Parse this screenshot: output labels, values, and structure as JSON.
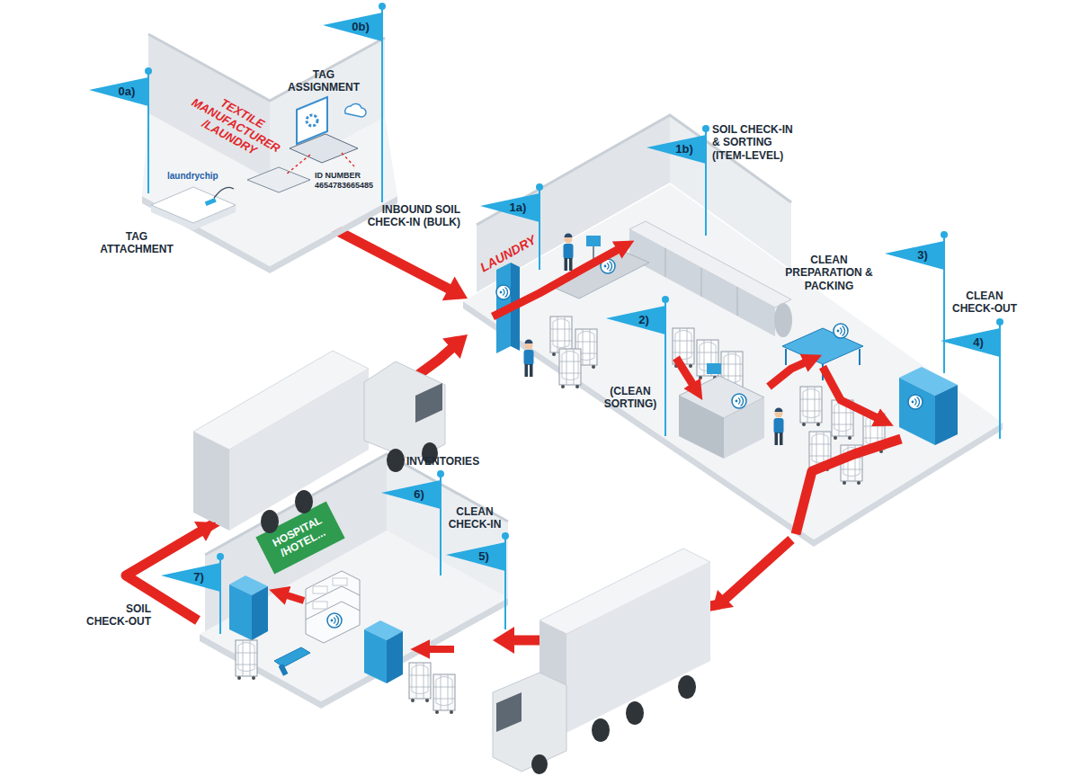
{
  "diagram": {
    "nodes": [
      {
        "text": [
          "TEXTILE MANUFACTURER /LAUNDRY"
        ]
      },
      {
        "text": [
          "LAUNDRY"
        ]
      },
      {
        "text": [
          "HOSPITAL /HOTEL..."
        ]
      }
    ],
    "edges": [
      {
        "from": 0,
        "to": 1,
        "arrow": "to"
      },
      {
        "from": 1,
        "to": 2,
        "arrow": "to"
      },
      {
        "from": 2,
        "to": 1,
        "arrow": "to"
      }
    ],
    "labels": [
      "0a)",
      "TAG ATTACHMENT",
      "0b)",
      "TAG ASSIGNMENT",
      "laundrychip",
      "ID NUMBER 4654783665485",
      "INBOUND SOIL CHECK-IN (BULK)",
      "1a)",
      "SOIL CHECK-IN & SORTING (ITEM-LEVEL)",
      "1b)",
      "2)",
      "(CLEAN SORTING)",
      "CLEAN PREPARATION & PACKING",
      "3)",
      "CLEAN CHECK-OUT",
      "4)",
      "INVENTORIES",
      "6)",
      "CLEAN CHECK-IN",
      "5)",
      "7)",
      "SOIL CHECK-OUT"
    ]
  }
}
